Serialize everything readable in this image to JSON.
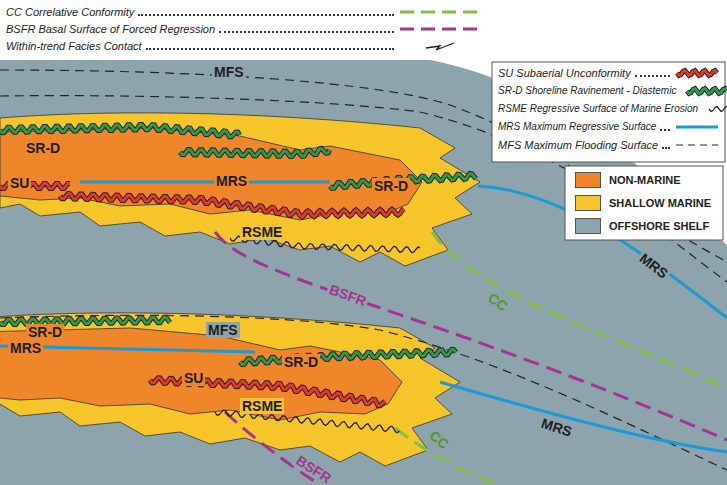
{
  "diagram": {
    "labels": [
      "MFS",
      "SR-D",
      "SU",
      "MRS",
      "SR-D",
      "MRS",
      "RSME",
      "BSFR",
      "CC",
      "MFS",
      "SR-D",
      "MRS",
      "SR-D",
      "SU",
      "RSME",
      "MRS",
      "CC",
      "BSFR"
    ],
    "legend": [
      {
        "text": "CC Correlative Conformity"
      },
      {
        "text": "BSFR Basal Surface of Forced Regression"
      },
      {
        "text": "Within-trend Facies Contact"
      },
      {
        "text": "SU Subaerial Unconformity"
      },
      {
        "text": "SR-D Shoreline Ravinement - Diastemic"
      },
      {
        "text": "RSME Regressive Surface of Marine Erosion"
      },
      {
        "text": "MRS Maximum Regressive Surface"
      },
      {
        "text": "MFS Maximum Flooding Surface"
      },
      {
        "text": "NON-MARINE",
        "color": "#f0862a"
      },
      {
        "text": "SHALLOW MARINE",
        "color": "#f6c52a"
      },
      {
        "text": "OFFSHORE SHELF",
        "color": "#8ea4ad"
      }
    ]
  }
}
